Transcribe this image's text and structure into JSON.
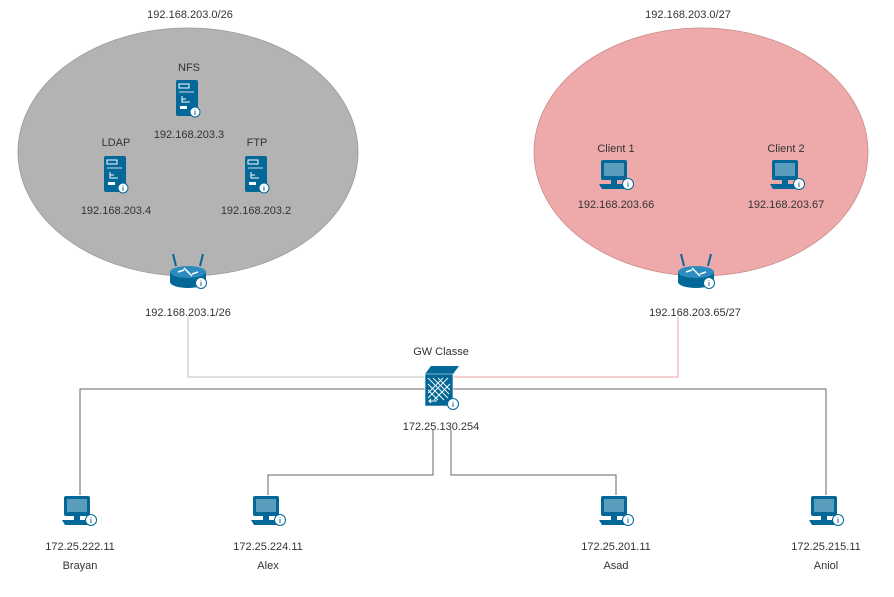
{
  "networks": {
    "left": {
      "subnet": "192.168.203.0/26",
      "color": "#b3b3b3",
      "servers": [
        {
          "name": "NFS",
          "ip": "192.168.203.3"
        },
        {
          "name": "LDAP",
          "ip": "192.168.203.4"
        },
        {
          "name": "FTP",
          "ip": "192.168.203.2"
        }
      ],
      "router_ip": "192.168.203.1/26"
    },
    "right": {
      "subnet": "192.168.203.0/27",
      "color": "#eeaaab",
      "clients": [
        {
          "name": "Client 1",
          "ip": "192.168.203.66"
        },
        {
          "name": "Client 2",
          "ip": "192.168.203.67"
        }
      ],
      "router_ip": "192.168.203.65/27"
    }
  },
  "gateway": {
    "name": "GW Classe",
    "ip": "172.25.130.254"
  },
  "hosts": [
    {
      "ip": "172.25.222.11",
      "name": "Brayan"
    },
    {
      "ip": "172.25.224.11",
      "name": "Alex"
    },
    {
      "ip": "172.25.201.11",
      "name": "Asad"
    },
    {
      "ip": "172.25.215.11",
      "name": "Aniol"
    }
  ],
  "colors": {
    "device": "#036897",
    "link_left": "#cccccc",
    "link_right": "#f0b4b4",
    "link_lan": "#666666"
  },
  "icons": {
    "server": "server-icon",
    "router": "router-icon",
    "workstation": "workstation-icon",
    "firewall": "firewall-icon"
  }
}
